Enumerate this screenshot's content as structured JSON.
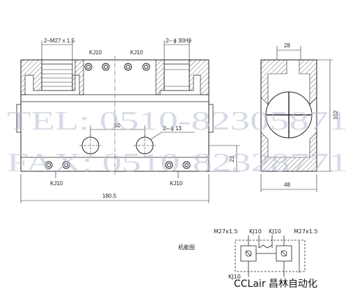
{
  "main_view": {
    "port_a_label": "2–M27 x 1.5",
    "port_b_label": "2– ϕ 30H9",
    "kj_top_left": "KJ10",
    "kj_top_right": "KJ10",
    "kj_bottom_left": "KJ10",
    "kj_bottom_right": "KJ10",
    "dim_hole_spacing": "50",
    "hole_label": "2– ϕ 13",
    "dim_height": "23",
    "dim_length": "180.5"
  },
  "side_view": {
    "dim_top": "28",
    "dim_height": "102",
    "dim_width": "48"
  },
  "watermark": {
    "line1": "TEL: 0510-82305871",
    "line2": "FAX: 0510-82328771"
  },
  "schematic": {
    "title": "机能图",
    "label_m27_left": "M27x1.5",
    "label_kj_left": "KJ10",
    "label_kj_right": "KJ10",
    "label_m27_right": "M27x1.5",
    "label_bottom": "KJ10"
  },
  "brand": "CCLair 昌林自动化"
}
